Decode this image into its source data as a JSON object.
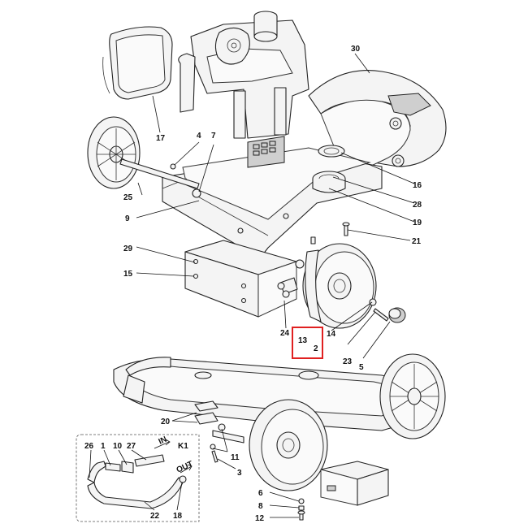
{
  "callouts": {
    "c30": "30",
    "c17": "17",
    "c4": "4",
    "c7": "7",
    "c25": "25",
    "c9": "9",
    "c16": "16",
    "c28": "28",
    "c19": "19",
    "c21": "21",
    "c29": "29",
    "c15": "15",
    "c24": "24",
    "c13": "13",
    "c2": "2",
    "c14": "14",
    "c23": "23",
    "c5": "5",
    "c20": "20",
    "c26": "26",
    "c1": "1",
    "c10": "10",
    "c27": "27",
    "k1": "K1",
    "c11": "11",
    "c3": "3",
    "c22": "22",
    "c18": "18",
    "c6": "6",
    "c8": "8",
    "c12": "12"
  },
  "flow": {
    "in": "IN",
    "out": "OUT"
  },
  "colors": {
    "highlight": "#e02020",
    "line": "#222222"
  }
}
